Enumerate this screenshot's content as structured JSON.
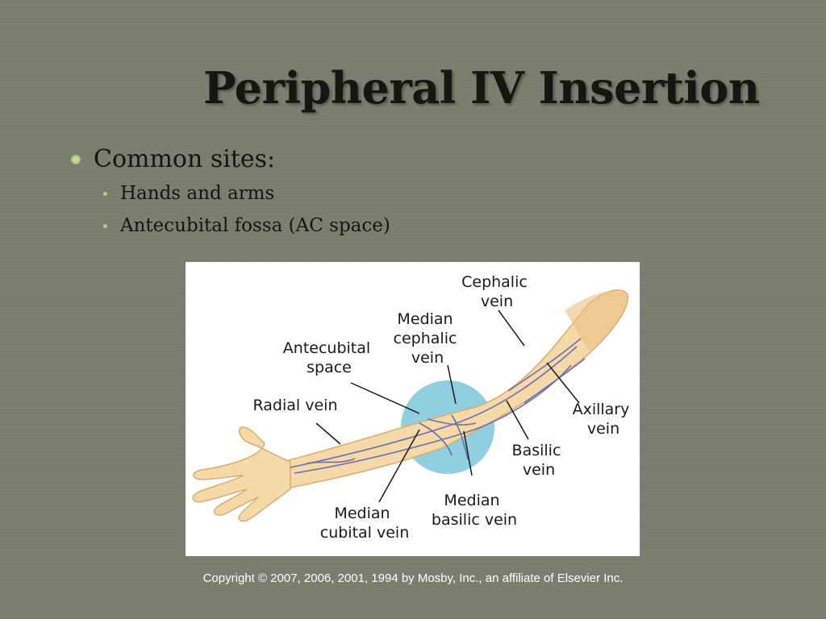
{
  "slide": {
    "title": "Peripheral IV Insertion",
    "bullets": [
      {
        "text": "Common sites:",
        "sub": [
          "Hands and arms",
          "Antecubital fossa (AC space)"
        ]
      }
    ],
    "copyright": "Copyright © 2007, 2006, 2001, 1994 by Mosby, Inc., an affiliate of Elsevier Inc."
  },
  "figure": {
    "labels": {
      "cephalic_vein": [
        "Cephalic",
        "vein"
      ],
      "median_cephalic_vein": [
        "Median",
        "cephalic",
        "vein"
      ],
      "antecubital_space": [
        "Antecubital",
        "space"
      ],
      "radial_vein": [
        "Radial vein"
      ],
      "axillary_vein": [
        "Axillary",
        "vein"
      ],
      "basilic_vein": [
        "Basilic",
        "vein"
      ],
      "median_basilic_vein": [
        "Median",
        "basilic vein"
      ],
      "median_cubital_vein": [
        "Median",
        "cubital vein"
      ]
    },
    "colors": {
      "skin": "#f6d9a8",
      "skin_shadow": "#e9bf84",
      "antecubital_highlight": "#8fcfe0",
      "vein": "#6b6fae",
      "background": "#7b7e6f",
      "title": "#15160f",
      "bullet_marker": "#a9c07e"
    }
  }
}
